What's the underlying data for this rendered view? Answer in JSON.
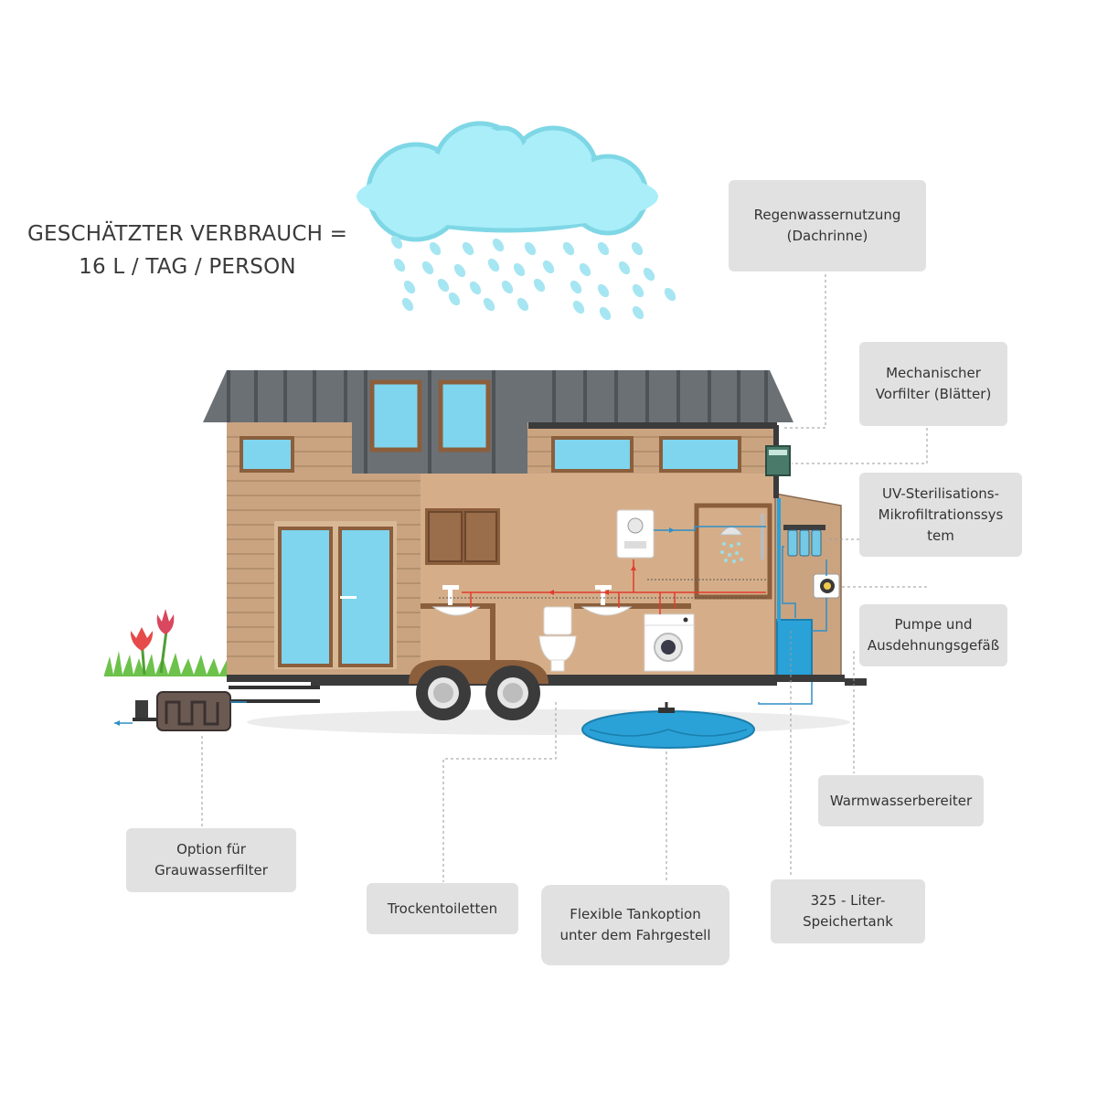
{
  "headline": {
    "line1": "GESCHÄTZTER VERBRAUCH =",
    "line2": "16 L / TAG / PERSON"
  },
  "labels": {
    "rainwater": {
      "line1": "Regenwassernutzung",
      "line2": "(Dachrinne)"
    },
    "prefilter": {
      "line1": "Mechanischer",
      "line2": "Vorfilter (Blätter)"
    },
    "uv": {
      "line1": "UV-Sterilisations-",
      "line2": "Mikrofiltrationssys",
      "line3": "tem"
    },
    "pump": {
      "line1": "Pumpe und",
      "line2": "Ausdehnungsgefäß"
    },
    "heater": {
      "line1": "Warmwasserbereiter"
    },
    "greywater": {
      "line1": "Option für",
      "line2": "Grauwasserfilter"
    },
    "toilets": {
      "line1": "Trockentoiletten"
    },
    "flex_tank": {
      "line1": "Flexible Tankoption",
      "line2": "unter dem Fahrgestell"
    },
    "storage": {
      "line1": "325 - Liter-",
      "line2": "Speichertank"
    }
  },
  "colors": {
    "wood": "#caa481",
    "interior": "#d5ae89",
    "roof": "#6b7075",
    "window": "#7fd4ee",
    "cloud": "#a9eef9",
    "rain": "#a6e6f2",
    "water_tank": "#2aa2d8",
    "hot_pipe": "#e23b2e",
    "cold_pipe": "#2f8fc8",
    "label_bg": "#e1e1e1"
  }
}
